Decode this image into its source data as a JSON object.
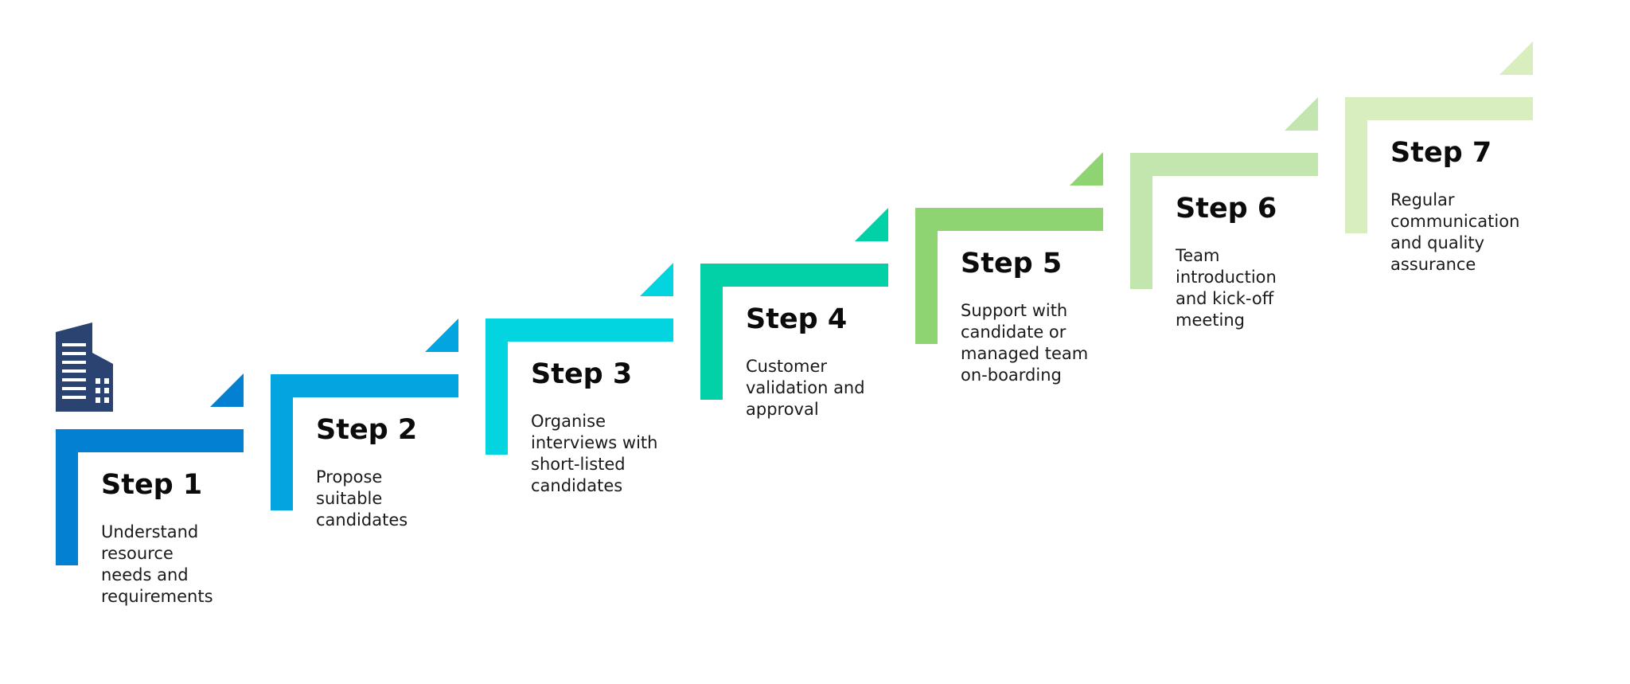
{
  "diagram": {
    "icon": "building-icon",
    "icon_color": "#2a4370",
    "steps": [
      {
        "title": "Step 1",
        "description": "Understand\nresource\nneeds and\nrequirements",
        "color": "#0480d3"
      },
      {
        "title": "Step 2",
        "description": "Propose\nsuitable\ncandidates",
        "color": "#02a5e0"
      },
      {
        "title": "Step 3",
        "description": "Organise\ninterviews with\nshort-listed\ncandidates",
        "color": "#02d5e0"
      },
      {
        "title": "Step 4",
        "description": "Customer\nvalidation and\napproval",
        "color": "#02d1a8"
      },
      {
        "title": "Step 5",
        "description": "Support with\ncandidate or\nmanaged team\non-boarding",
        "color": "#8fd472"
      },
      {
        "title": "Step 6",
        "description": "Team\nintroduction\nand kick-off\nmeeting",
        "color": "#c3e6af"
      },
      {
        "title": "Step 7",
        "description": "Regular\ncommunication\nand quality\nassurance",
        "color": "#d8eebf"
      }
    ]
  }
}
